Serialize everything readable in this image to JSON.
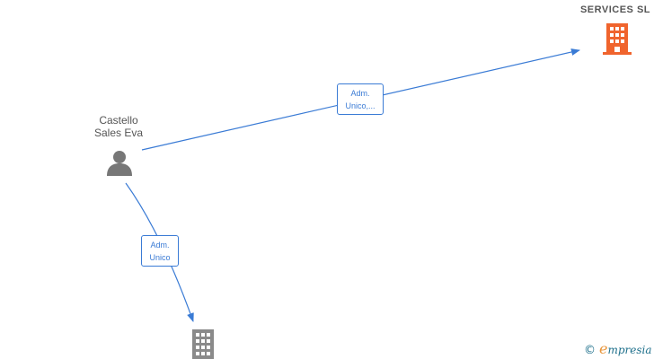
{
  "nodes": {
    "person": {
      "name_line1": "Castello",
      "name_line2": "Sales Eva",
      "icon": "person-icon",
      "color": "#777777"
    },
    "company_top": {
      "name_line1": "SERVICES SL",
      "icon": "building-icon",
      "color": "#f0642d"
    },
    "company_bottom": {
      "icon": "building-icon",
      "color": "#8a8a8a"
    }
  },
  "edges": [
    {
      "from": "person",
      "to": "company_top",
      "label_line1": "Adm.",
      "label_line2": "Unico,...",
      "color": "#3a7bd5"
    },
    {
      "from": "person",
      "to": "company_bottom",
      "label_line1": "Adm.",
      "label_line2": "Unico",
      "color": "#3a7bd5"
    }
  ],
  "footer": {
    "copyright_symbol": "©",
    "brand_initial": "e",
    "brand_rest": "mpresia"
  }
}
